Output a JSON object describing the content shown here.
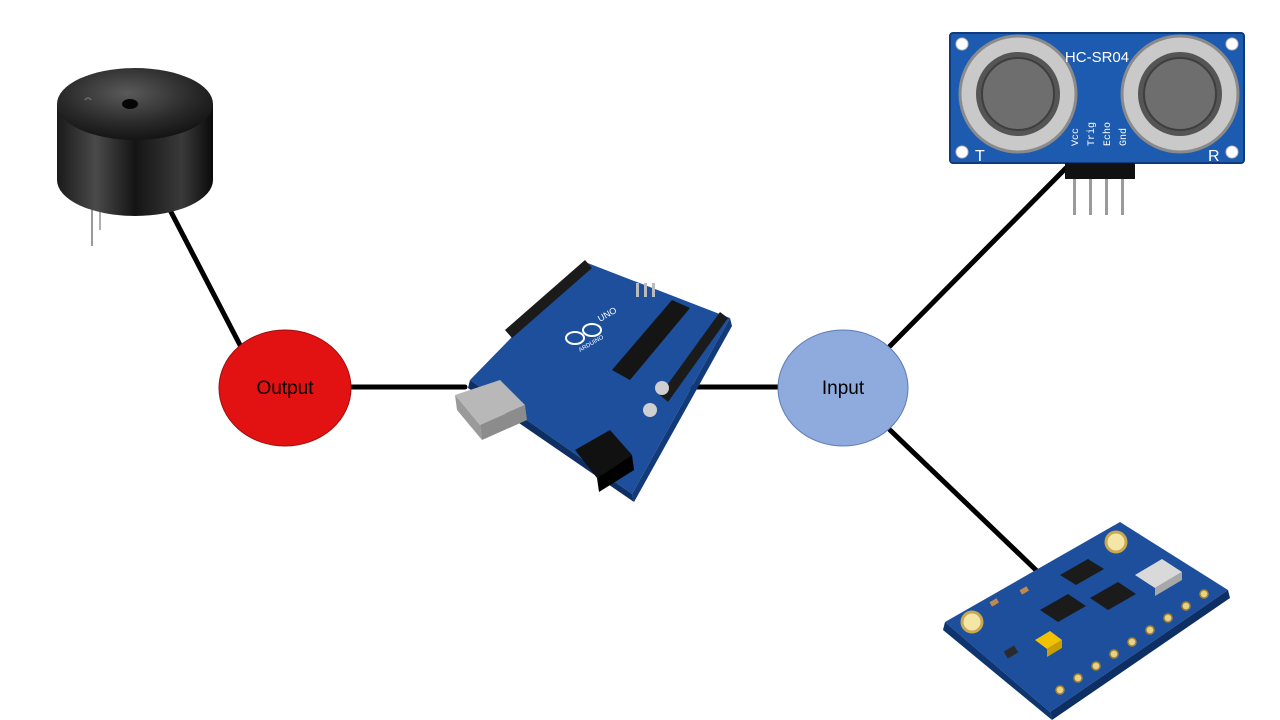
{
  "nodes": {
    "output": {
      "label": "Output",
      "color": "#e31212"
    },
    "input": {
      "label": "Input",
      "color": "#8faadc"
    }
  },
  "components": {
    "buzzer": {
      "icon": "piezo-buzzer-icon"
    },
    "arduino": {
      "icon": "arduino-uno-board-icon",
      "logo": "UNO",
      "brand": "ARDUINO"
    },
    "ultrasonic": {
      "icon": "ultrasonic-sensor-icon",
      "model": "HC-SR04",
      "left_mark": "T",
      "right_mark": "R",
      "pins": [
        "Vcc",
        "Trig",
        "Echo",
        "Gnd"
      ]
    },
    "imu": {
      "icon": "imu-sensor-board-icon"
    }
  },
  "colors": {
    "connector": "#000000",
    "pcb_blue": "#1d4f9c",
    "pcb_dark": "#123a78"
  }
}
